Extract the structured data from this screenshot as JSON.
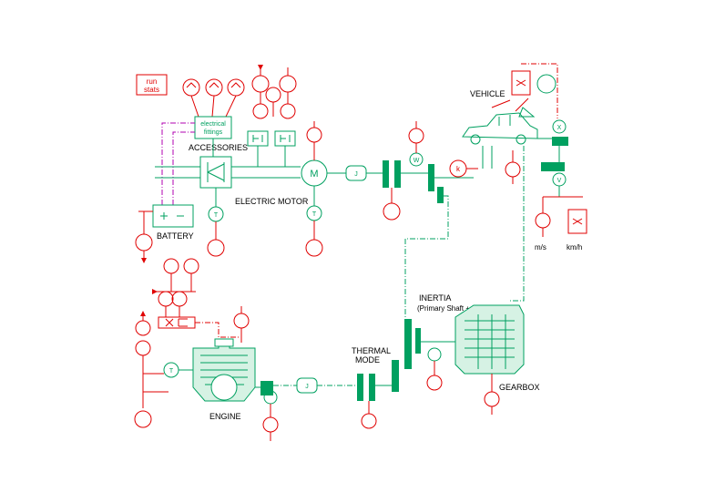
{
  "colors": {
    "signal": "#e00000",
    "mechanical": "#00a060",
    "electric": "#b000b0",
    "label": "#000000"
  },
  "run_stats": {
    "line1": "run",
    "line2": "stats"
  },
  "labels": {
    "electrical_fittings_1": "electrical",
    "electrical_fittings_2": "fittings",
    "accessories": "ACCESSORIES",
    "electric_motor": "ELECTRIC MOTOR",
    "battery": "BATTERY",
    "vehicle": "VEHICLE",
    "ms": "m/s",
    "kmh": "km/h",
    "inertia": "INERTIA",
    "inertia_sub": "(Primary Shaft + Motor Eq.)",
    "thermal_1": "THERMAL",
    "thermal_2": "MODE",
    "gearbox": "GEARBOX",
    "engine": "ENGINE",
    "motor_symbol": "M",
    "inertia_symbol": "J",
    "k_symbol": "k",
    "t_symbol": "T",
    "w_symbol": "W",
    "x_symbol": "X",
    "v_symbol": "V"
  }
}
